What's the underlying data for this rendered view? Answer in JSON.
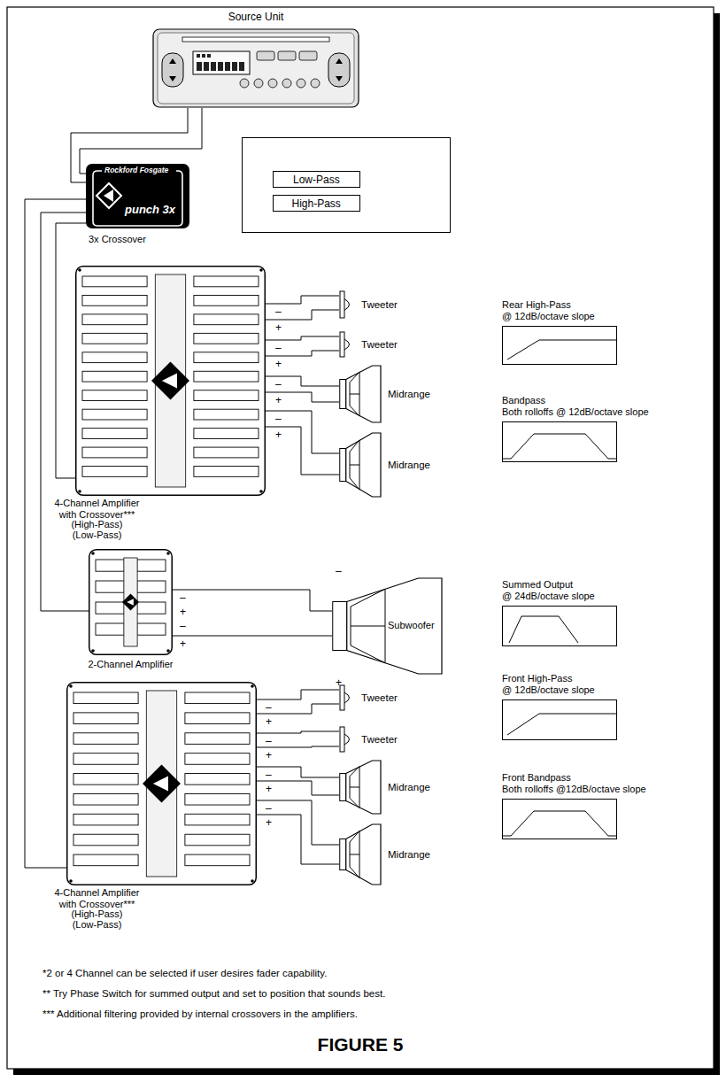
{
  "diagram": {
    "caption": "FIGURE 5",
    "nodes": [
      {
        "text": [
          "Source Unit"
        ]
      },
      {
        "text": [
          "Rockford Fosgate",
          "punch 3x",
          "3x Crossover"
        ]
      },
      {
        "text": [
          "Low-Pass"
        ]
      },
      {
        "text": [
          "High-Pass"
        ]
      },
      {
        "text": [
          "4-Channel Amplifier with Crossover***",
          "(High-Pass)",
          "(Low-Pass)"
        ]
      },
      {
        "text": [
          "Tweeter"
        ]
      },
      {
        "text": [
          "Tweeter"
        ]
      },
      {
        "text": [
          "Midrange"
        ]
      },
      {
        "text": [
          "Midrange"
        ]
      },
      {
        "text": [
          "Rear High-Pass",
          "@ 12dB/octave slope"
        ]
      },
      {
        "text": [
          "Bandpass",
          "Both rolloffs @ 12dB/octave slope"
        ]
      },
      {
        "text": [
          "2-Channel Amplifier"
        ]
      },
      {
        "text": [
          "Subwoofer"
        ]
      },
      {
        "text": [
          "Summed Output",
          "@ 24dB/octave slope"
        ]
      },
      {
        "text": [
          "4-Channel Amplifier with Crossover***",
          "(High-Pass)",
          "(Low-Pass)"
        ]
      },
      {
        "text": [
          "Tweeter"
        ]
      },
      {
        "text": [
          "Tweeter"
        ]
      },
      {
        "text": [
          "Midrange"
        ]
      },
      {
        "text": [
          "Midrange"
        ]
      },
      {
        "text": [
          "Front High-Pass",
          "@ 12dB/octave slope"
        ]
      },
      {
        "text": [
          "Front Bandpass",
          "Both rolloffs @12dB/octave slope"
        ]
      }
    ],
    "edges": [
      {
        "from": 0,
        "to": 1,
        "arrow": "none"
      },
      {
        "from": 1,
        "to": 4,
        "arrow": "none"
      },
      {
        "from": 1,
        "to": 11,
        "arrow": "none"
      },
      {
        "from": 1,
        "to": 14,
        "arrow": "none"
      },
      {
        "from": 4,
        "to": 5,
        "arrow": "none"
      },
      {
        "from": 4,
        "to": 6,
        "arrow": "none"
      },
      {
        "from": 4,
        "to": 7,
        "arrow": "none"
      },
      {
        "from": 4,
        "to": 8,
        "arrow": "none"
      },
      {
        "from": 11,
        "to": 12,
        "arrow": "none"
      },
      {
        "from": 14,
        "to": 15,
        "arrow": "none"
      },
      {
        "from": 14,
        "to": 16,
        "arrow": "none"
      },
      {
        "from": 14,
        "to": 17,
        "arrow": "none"
      },
      {
        "from": 14,
        "to": 18,
        "arrow": "none"
      }
    ],
    "labels": [
      "–",
      "+",
      "–",
      "+",
      "–",
      "+",
      "–",
      "+",
      "–",
      "+",
      "–",
      "+",
      "–",
      "+",
      "–",
      "+",
      "–",
      "+",
      "–",
      "+",
      "–",
      "+",
      "*2 or 4 Channel can be selected if user desires fader capability.",
      "** Try Phase Switch for summed output and set to position that sounds best.",
      "*** Additional filtering provided by internal crossovers in the amplifiers."
    ]
  }
}
